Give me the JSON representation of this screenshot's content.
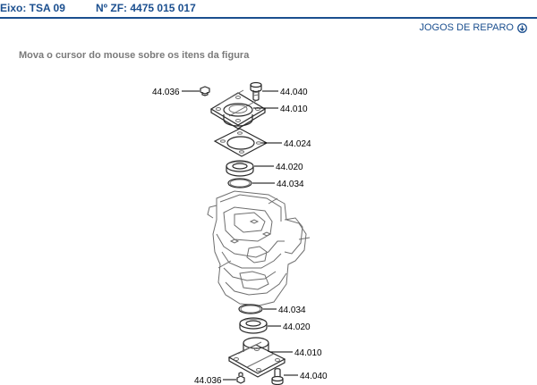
{
  "header": {
    "axle": "Eixo: TSA 09",
    "zf_number": "Nº ZF: 4475 015 017"
  },
  "repair_link": {
    "label": "JOGOS DE REPARO",
    "icon": "circle-arrow-down-icon"
  },
  "hint": "Mova o cursor do mouse sobre os itens da figura",
  "callouts": {
    "c1": "44.036",
    "c2": "44.040",
    "c3": "44.010",
    "c4": "44.024",
    "c5": "44.020",
    "c6": "44.034",
    "c7": "44.034",
    "c8": "44.020",
    "c9": "44.010",
    "c10": "44.040",
    "c11": "44.036"
  },
  "colors": {
    "brand_blue": "#1b4f8f",
    "hint_gray": "#7a7a7a"
  }
}
